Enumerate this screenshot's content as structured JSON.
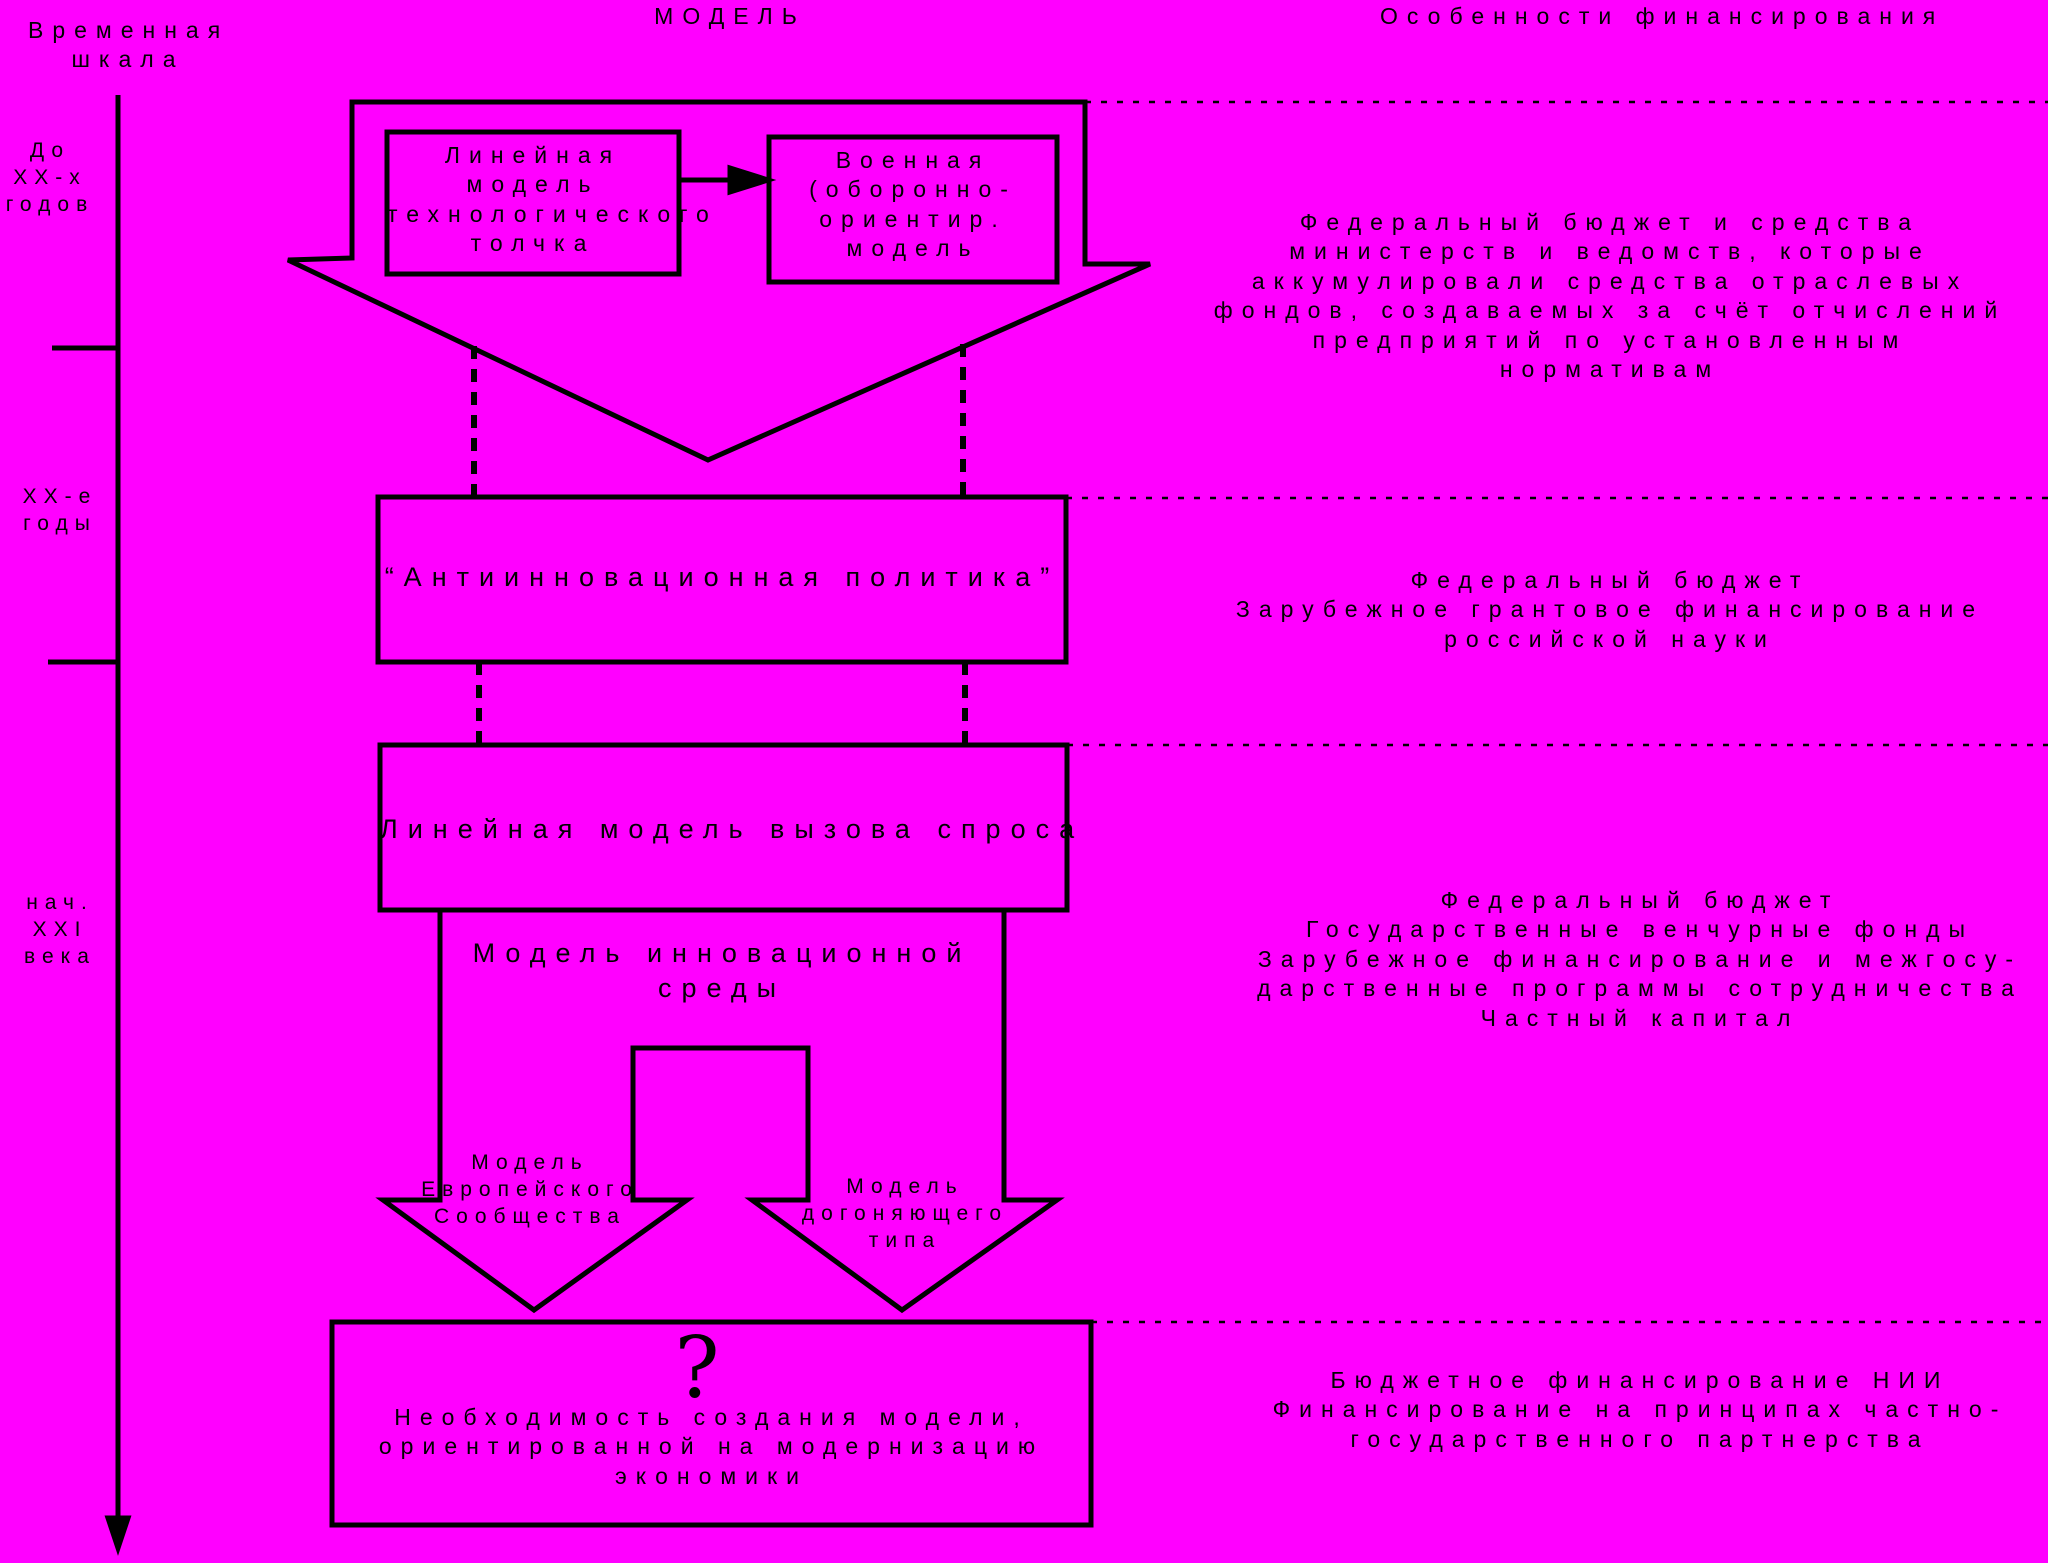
{
  "headers": {
    "timescale": "Временная\nшкала",
    "model": "МОДЕЛЬ",
    "financing": "Особенности финансирования"
  },
  "periods": [
    {
      "label": "До XX-х\nгодов"
    },
    {
      "label": "XX-е\nгоды"
    },
    {
      "label": "нач.\nXXI\nвека"
    }
  ],
  "models": {
    "linear_push": "Линейная модель\nтехнологического\nтолчка",
    "military": "Военная\n(оборонно-\nориентир. модель",
    "anti_innovation": "“Антиинновационная политика”",
    "linear_demand": "Линейная модель вызова спроса",
    "innovation_env": "Модель инновационной\nсреды",
    "european": "Модель\nЕвропейского\nСообщества",
    "catch_up": "Модель\nдогоняющего типа",
    "question_mark": "?",
    "needed": "Необходимость создания модели,\nориентированной на модернизацию\nэкономики"
  },
  "financing": [
    "Федеральный бюджет и средства\nминистерств и ведомств, которые\nаккумулировали средства отраслевых\nфондов, создаваемых за счёт отчислений\nпредприятий по установленным нормативам",
    "Федеральный бюджет\nЗарубежное грантовое финансирование\nроссийской науки",
    "Федеральный бюджет\nГосударственные венчурные фонды\nЗарубежное финансирование и межгосу-\nдарственные программы сотрудничества\nЧастный капитал",
    "Бюджетное финансирование НИИ\nФинансирование на принципах частно-\nгосударственного партнерства"
  ],
  "colors": {
    "background": "#ff00ff",
    "stroke": "#000000"
  }
}
